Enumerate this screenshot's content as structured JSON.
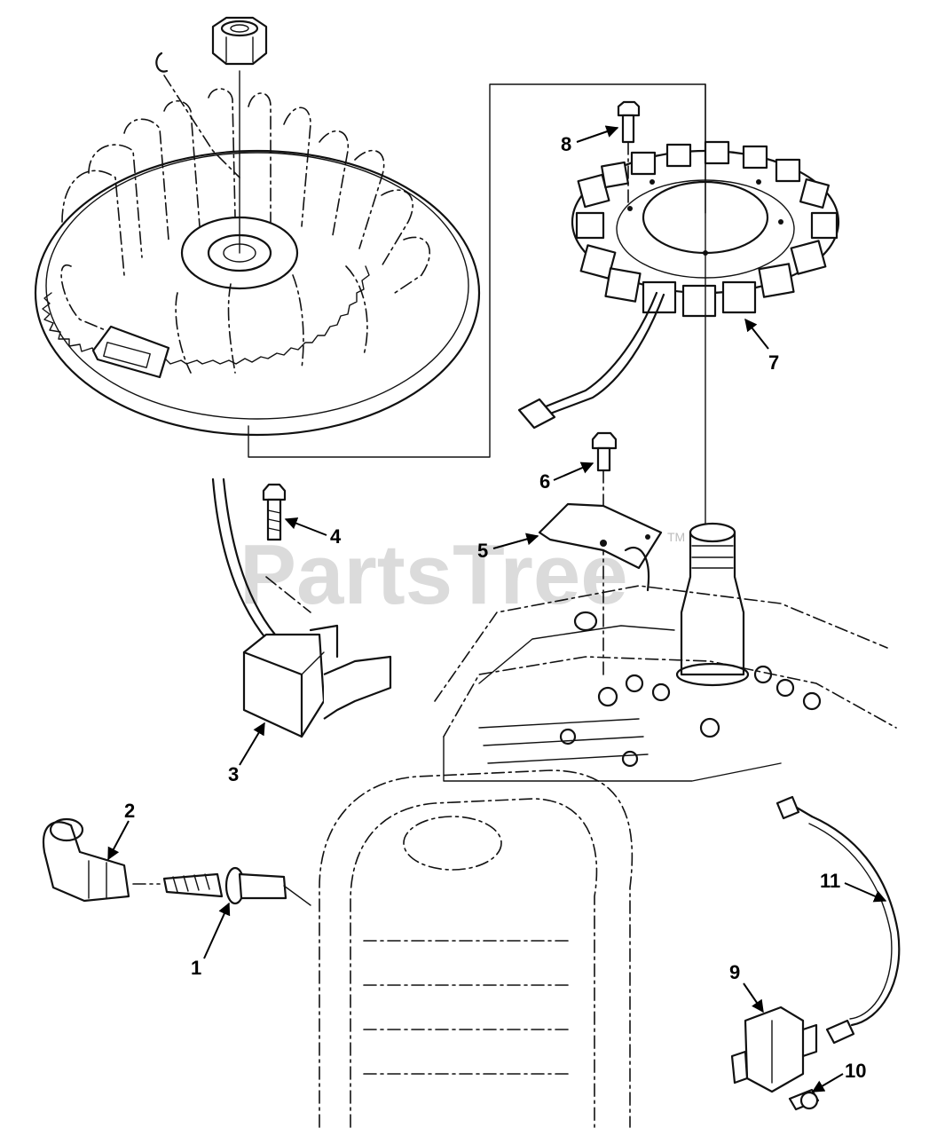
{
  "watermark": {
    "text": "PartsTree",
    "trademark": "TM"
  },
  "callouts": [
    {
      "id": "1",
      "label": "1"
    },
    {
      "id": "2",
      "label": "2"
    },
    {
      "id": "3",
      "label": "3"
    },
    {
      "id": "4",
      "label": "4"
    },
    {
      "id": "5",
      "label": "5"
    },
    {
      "id": "6",
      "label": "6"
    },
    {
      "id": "7",
      "label": "7"
    },
    {
      "id": "8",
      "label": "8"
    },
    {
      "id": "9",
      "label": "9"
    },
    {
      "id": "10",
      "label": "10"
    },
    {
      "id": "11",
      "label": "11"
    }
  ]
}
